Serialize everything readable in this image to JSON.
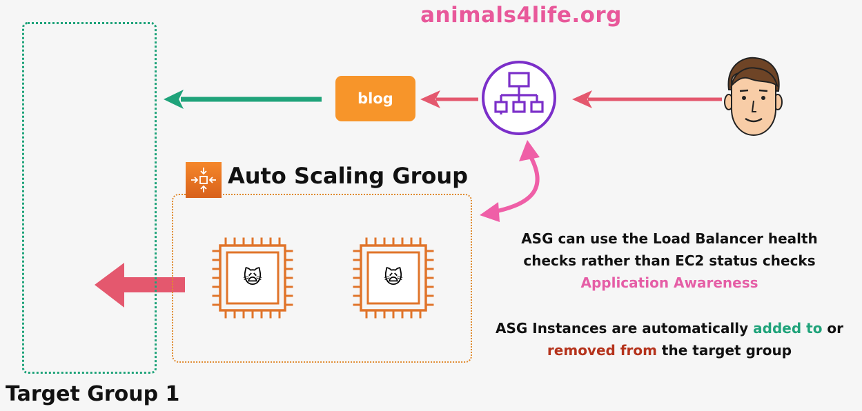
{
  "site_title": "animals4life.org",
  "target_group": {
    "label": "Target Group 1"
  },
  "blog_label": "blog",
  "asg": {
    "title": "Auto Scaling Group",
    "icon": "auto-scaling-icon"
  },
  "instances": [
    {
      "icon": "ec2-instance-icon",
      "glyph": "🙀"
    },
    {
      "icon": "ec2-instance-icon",
      "glyph": "🙀"
    }
  ],
  "notes": {
    "health_line1": "ASG can use the Load Balancer health",
    "health_line2": "checks rather than EC2 status checks",
    "awareness": "Application Awareness",
    "membership_part1": "ASG Instances are automatically ",
    "membership_added": "added to",
    "membership_part2": " or",
    "membership_removed": "removed from",
    "membership_part3": " the target group"
  },
  "colors": {
    "pink": "#e55ea6",
    "green": "#1fa37a",
    "orange": "#f7952a",
    "arrow_red": "#e4586e",
    "purple": "#7b2fc9",
    "removed_red": "#b5331c"
  },
  "icons": {
    "load_balancer": "load-balancer-icon",
    "user": "user-face-icon"
  }
}
